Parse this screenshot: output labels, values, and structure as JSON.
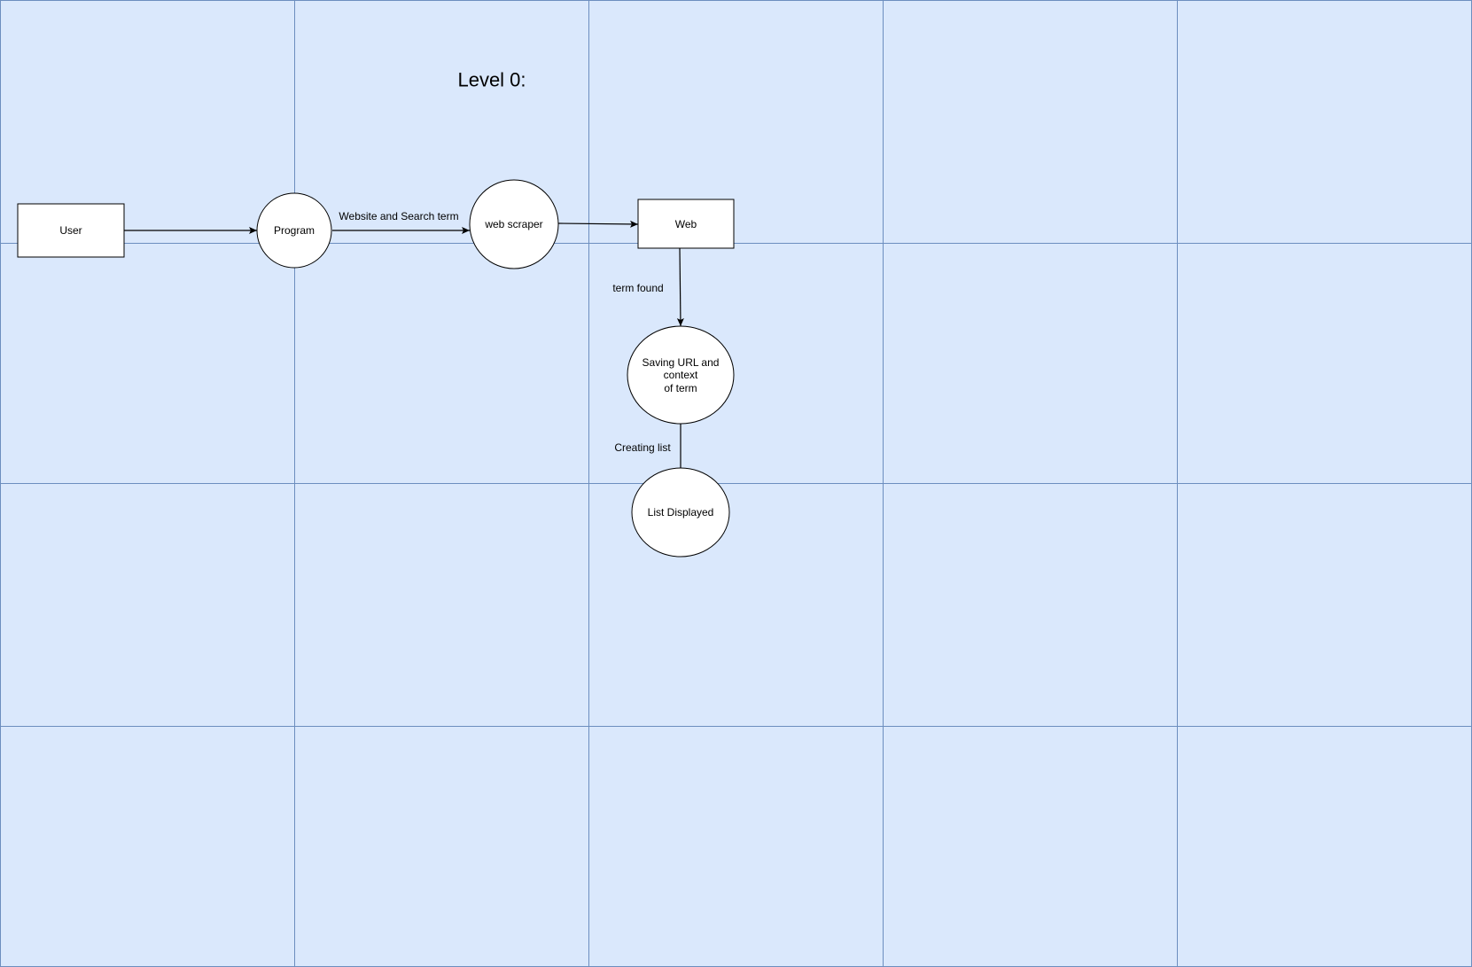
{
  "diagram": {
    "title": "Level 0:",
    "colors": {
      "background": "#dae8fc",
      "grid": "#6c8ebf",
      "shape_fill": "#ffffff",
      "stroke": "#000000"
    },
    "nodes": {
      "user": {
        "label": "User",
        "shape": "rectangle"
      },
      "program": {
        "label": "Program",
        "shape": "circle"
      },
      "web_scraper": {
        "label": "web scraper",
        "shape": "circle"
      },
      "web": {
        "label": "Web",
        "shape": "rectangle"
      },
      "saving": {
        "label_lines": [
          "Saving URL and",
          "context",
          "of term"
        ],
        "shape": "ellipse"
      },
      "list_displayed": {
        "label": "List Displayed",
        "shape": "ellipse"
      }
    },
    "edges": {
      "user_to_program": {
        "label": ""
      },
      "program_to_scraper": {
        "label": "Website and Search term"
      },
      "scraper_to_web": {
        "label": ""
      },
      "web_to_saving": {
        "label": "term found"
      },
      "saving_to_list": {
        "label": "Creating list"
      }
    }
  }
}
